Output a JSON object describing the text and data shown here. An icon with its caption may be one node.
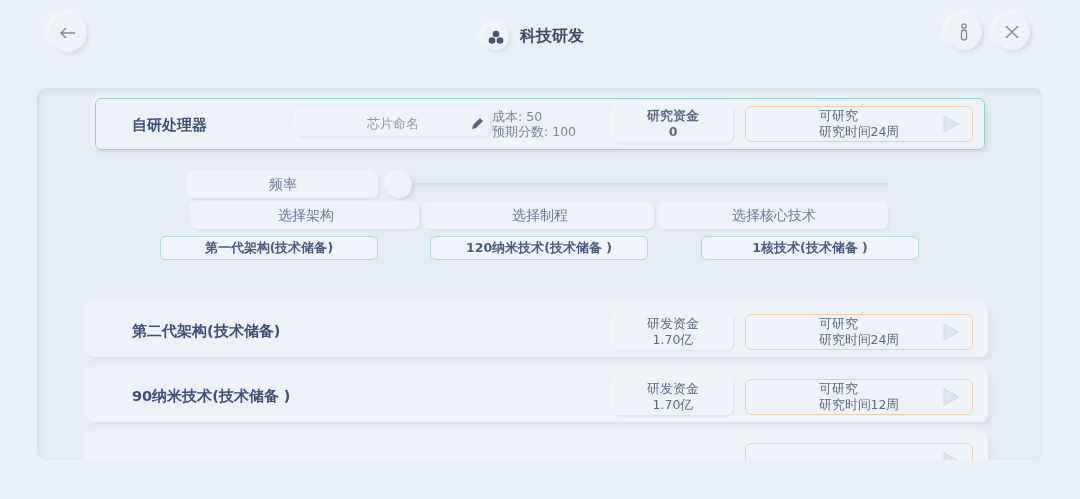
{
  "diagram": {
    "title": "科技研发",
    "labels": [
      "自研处理器",
      "芯片命名",
      "成本: 50",
      "预期分数: 100",
      "研究资金",
      "0",
      "可研究",
      "研究时间24周",
      "频率",
      "选择架构",
      "选择制程",
      "选择核心技术",
      "第一代架构(技术储备)",
      "120纳米技术(技术储备 )",
      "1核技术(技术储备 )",
      "第二代架构(技术储备)",
      "研发资金",
      "1.70亿",
      "可研究",
      "研究时间24周",
      "90纳米技术(技术储备 )",
      "研发资金",
      "1.70亿",
      "可研究",
      "研究时间12周"
    ]
  }
}
